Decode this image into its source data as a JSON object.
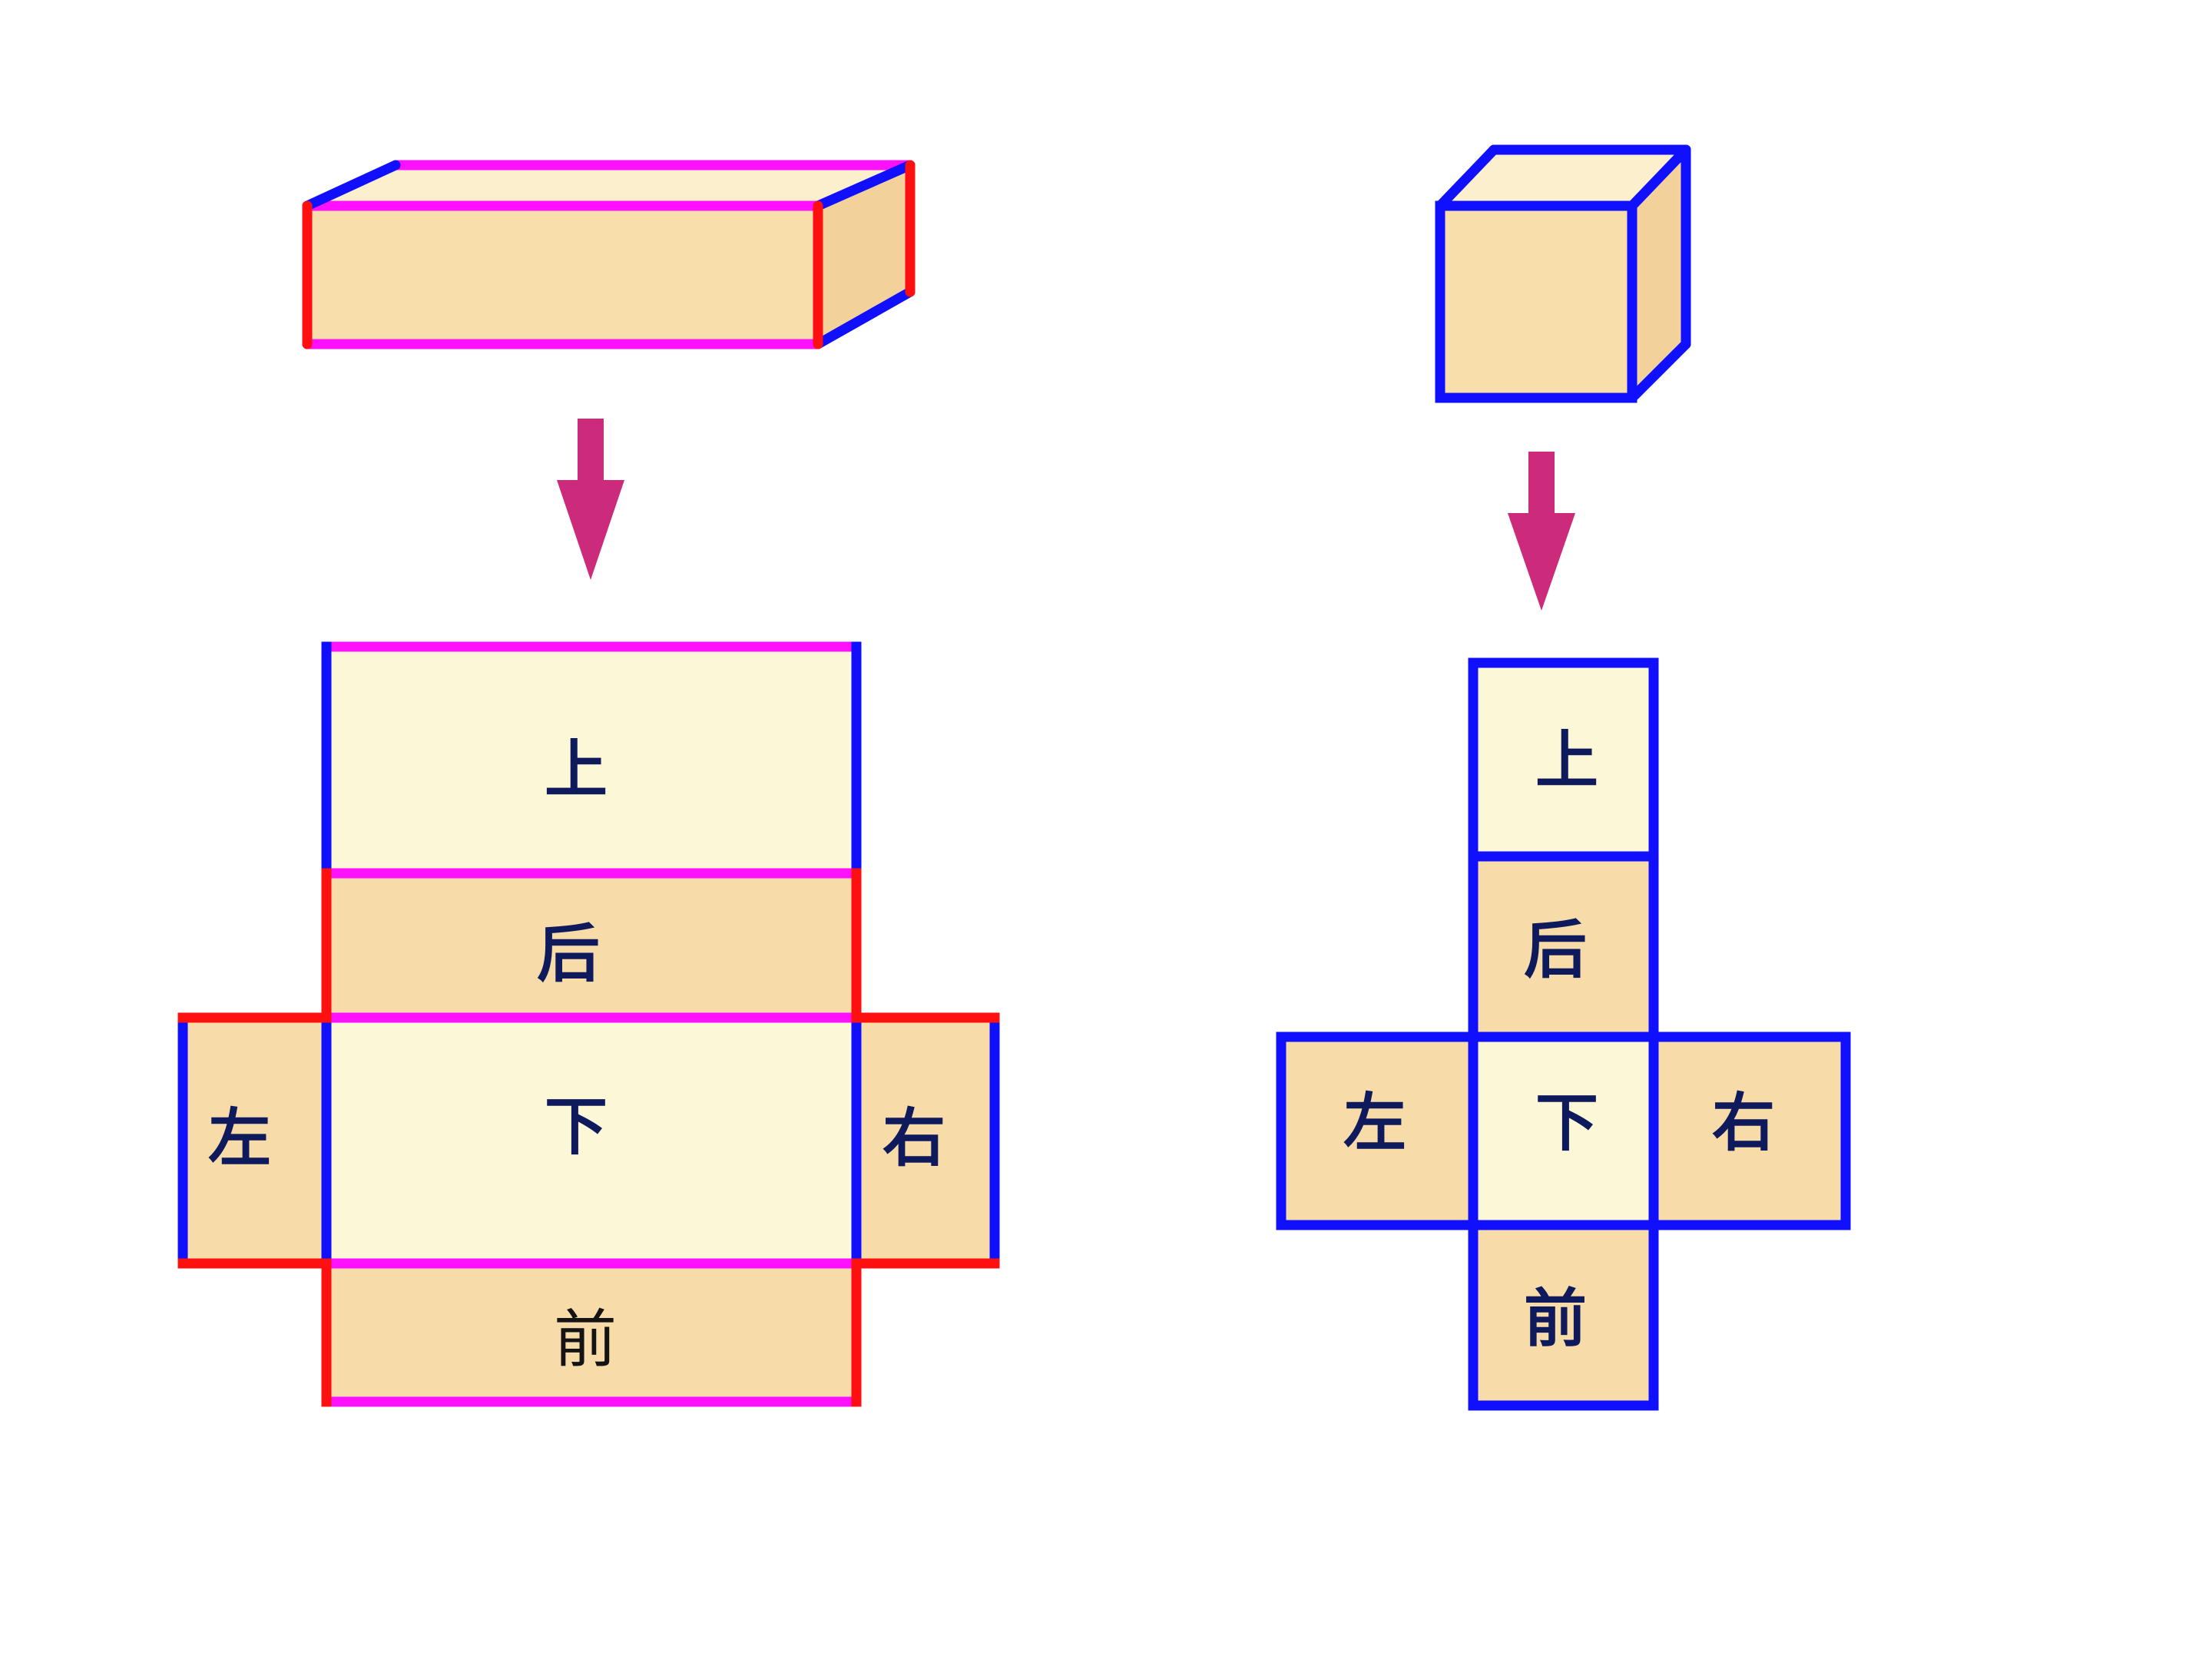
{
  "colors": {
    "blue": "#1010ff",
    "red": "#ff1010",
    "magenta": "#ff10ff",
    "light_face": "#fcf7d6",
    "tan_face": "#f7dca9",
    "arrow": "#cc2a7a",
    "label": "#0e1a5c"
  },
  "cuboid_net": {
    "top": "上",
    "back": "后",
    "bottom": "下",
    "left": "左",
    "right": "右",
    "front": "前"
  },
  "cube_net": {
    "top": "上",
    "back": "后",
    "bottom": "下",
    "left": "左",
    "right": "右",
    "front": "前"
  },
  "icons": [
    "down-arrow-icon",
    "down-arrow-icon"
  ]
}
